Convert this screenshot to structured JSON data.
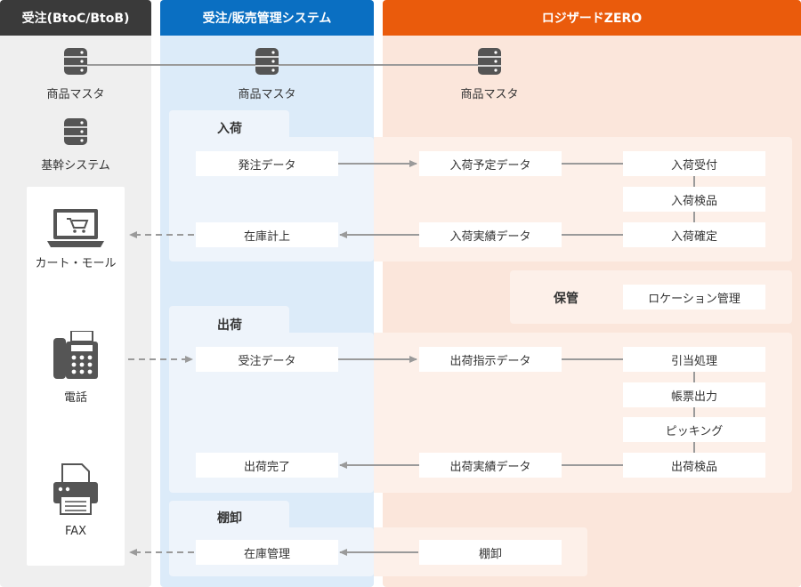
{
  "columns": {
    "client": {
      "title": "受注(BtoC/BtoB)",
      "header_color": "#3a3a3a",
      "bg_color": "#efefef"
    },
    "oms": {
      "title": "受注/販売管理システム",
      "header_color": "#0a6fc2",
      "bg_color": "#dcebf9"
    },
    "wms": {
      "title": "ロジザードZERO",
      "header_color": "#ea5b0c",
      "bg_color": "#fbe6db"
    }
  },
  "master": {
    "client_label": "商品マスタ",
    "oms_label": "商品マスタ",
    "wms_label": "商品マスタ",
    "core_label": "基幹システム"
  },
  "channels": {
    "cart": "カート・モール",
    "phone": "電話",
    "fax": "FAX"
  },
  "sections": {
    "inbound": "入荷",
    "storage": "保管",
    "outbound": "出荷",
    "inventory": "棚卸"
  },
  "inbound": {
    "order_data": "発注データ",
    "stock_posting": "在庫計上",
    "planned_data": "入荷予定データ",
    "actual_data": "入荷実績データ",
    "receive": "入荷受付",
    "inspect": "入荷検品",
    "confirm": "入荷確定"
  },
  "storage": {
    "location": "ロケーション管理"
  },
  "outbound": {
    "order_data": "受注データ",
    "complete": "出荷完了",
    "instruction_data": "出荷指示データ",
    "actual_data": "出荷実績データ",
    "allocation": "引当処理",
    "slip_output": "帳票出力",
    "picking": "ピッキング",
    "inspect": "出荷検品"
  },
  "inventory": {
    "stock_mgmt": "在庫管理",
    "stocktake": "棚卸"
  },
  "colors": {
    "arrow": "#9a9a9a",
    "dashed_arrow": "#9a9a9a",
    "panel_blue": "#eef4fb",
    "panel_orange": "#fdf0e9"
  }
}
